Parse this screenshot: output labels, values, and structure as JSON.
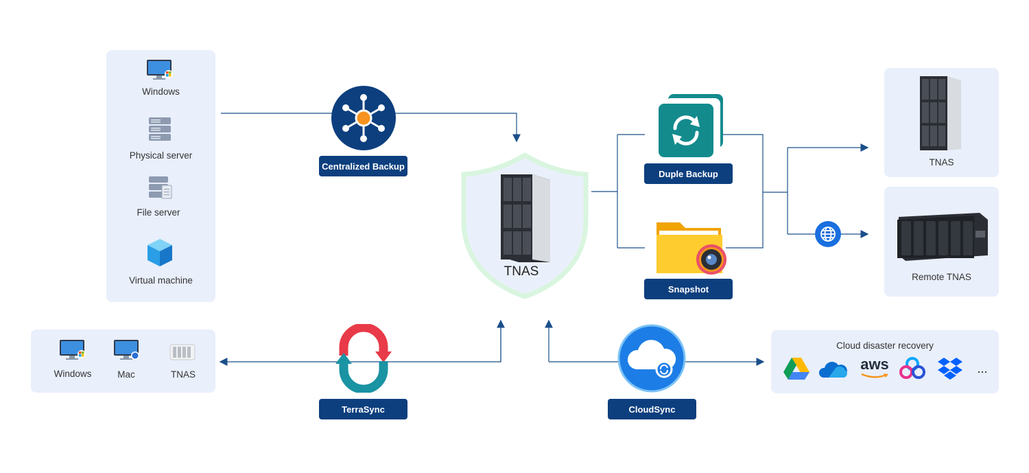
{
  "sources": {
    "items": [
      {
        "label": "Windows",
        "icon": "windows-monitor-icon"
      },
      {
        "label": "Physical server",
        "icon": "physical-server-icon"
      },
      {
        "label": "File server",
        "icon": "file-server-icon"
      },
      {
        "label": "Virtual machine",
        "icon": "virtual-machine-icon"
      }
    ]
  },
  "sync_clients": {
    "items": [
      {
        "label": "Windows",
        "icon": "windows-monitor-icon"
      },
      {
        "label": "Mac",
        "icon": "mac-monitor-icon"
      },
      {
        "label": "TNAS",
        "icon": "tnas-small-icon"
      }
    ]
  },
  "center": {
    "label": "TNAS",
    "icon": "shield-tnas-icon"
  },
  "services": {
    "centralized_backup": "Centralized Backup",
    "duple_backup": "Duple Backup",
    "snapshot": "Snapshot",
    "terrasync": "TerraSync",
    "cloudsync": "CloudSync"
  },
  "targets": {
    "tnas_label": "TNAS",
    "remote_label": "Remote TNAS"
  },
  "cloud": {
    "title": "Cloud disaster recovery",
    "providers": [
      "google-drive-icon",
      "onedrive-icon",
      "aws",
      "baidu-netdisk-icon",
      "dropbox-icon"
    ],
    "aws_text": "aws",
    "more": "..."
  },
  "colors": {
    "navy": "#0d3f7e",
    "line": "#1b4f8a",
    "panel": "#e9effb",
    "accent_orange": "#f7931e",
    "teal": "#138b8d",
    "shield": "#d9f5df"
  }
}
